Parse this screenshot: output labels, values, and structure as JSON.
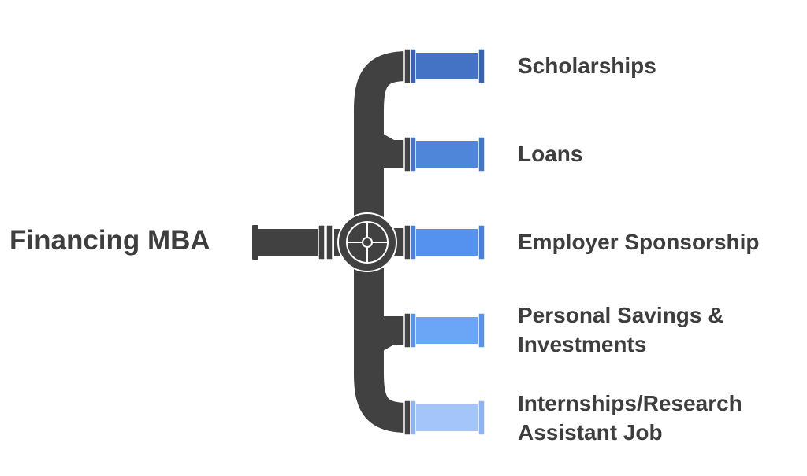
{
  "title": "Financing MBA",
  "colors": {
    "pipe": "#414141",
    "outline": "#ffffff"
  },
  "branches": [
    {
      "lines": [
        "Scholarships"
      ],
      "color": "#4472c4",
      "cap_color": "#3a63ad"
    },
    {
      "lines": [
        "Loans"
      ],
      "color": "#4f86d9",
      "cap_color": "#4476c2"
    },
    {
      "lines": [
        "Employer Sponsorship"
      ],
      "color": "#5591ee",
      "cap_color": "#4a80d6"
    },
    {
      "lines": [
        "Personal Savings &",
        "Investments"
      ],
      "color": "#6aa5f6",
      "cap_color": "#5b93e3"
    },
    {
      "lines": [
        "Internships/Research",
        "Assistant Job"
      ],
      "color": "#a4c5fa",
      "cap_color": "#8fb3ee"
    }
  ]
}
